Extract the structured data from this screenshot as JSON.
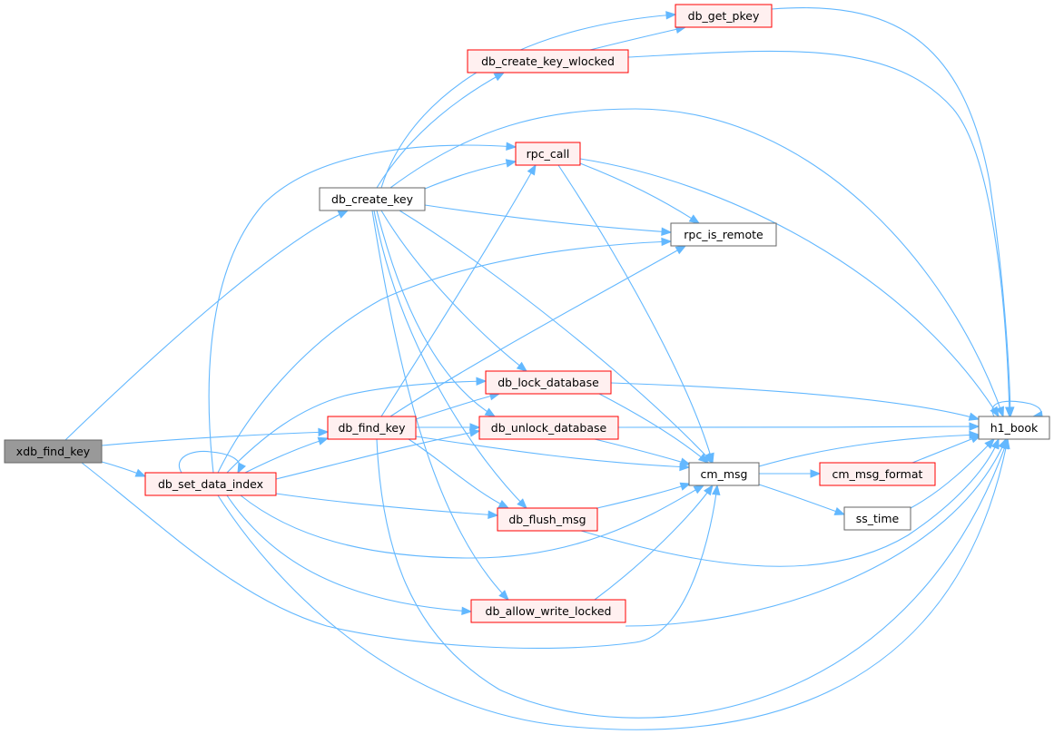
{
  "graph": {
    "colors": {
      "edge": "#63b8ff",
      "root_fill": "#999999",
      "root_stroke": "#666666",
      "red_stroke": "#ff0000",
      "red_fill": "#fff0f0",
      "plain_stroke": "#666666",
      "plain_fill": "#ffffff"
    },
    "nodes": [
      {
        "id": "xdb_find_key",
        "label": "xdb_find_key",
        "style": "root"
      },
      {
        "id": "db_set_data_index",
        "label": "db_set_data_index",
        "style": "red"
      },
      {
        "id": "db_create_key",
        "label": "db_create_key",
        "style": "plain"
      },
      {
        "id": "db_find_key",
        "label": "db_find_key",
        "style": "red"
      },
      {
        "id": "db_get_pkey",
        "label": "db_get_pkey",
        "style": "red"
      },
      {
        "id": "db_create_key_wlocked",
        "label": "db_create_key_wlocked",
        "style": "red"
      },
      {
        "id": "rpc_call",
        "label": "rpc_call",
        "style": "red"
      },
      {
        "id": "rpc_is_remote",
        "label": "rpc_is_remote",
        "style": "plain"
      },
      {
        "id": "db_lock_database",
        "label": "db_lock_database",
        "style": "red"
      },
      {
        "id": "db_unlock_database",
        "label": "db_unlock_database",
        "style": "red"
      },
      {
        "id": "db_flush_msg",
        "label": "db_flush_msg",
        "style": "red"
      },
      {
        "id": "db_allow_write_locked",
        "label": "db_allow_write_locked",
        "style": "red"
      },
      {
        "id": "cm_msg",
        "label": "cm_msg",
        "style": "plain"
      },
      {
        "id": "cm_msg_format",
        "label": "cm_msg_format",
        "style": "red"
      },
      {
        "id": "ss_time",
        "label": "ss_time",
        "style": "plain"
      },
      {
        "id": "h1_book",
        "label": "h1_book",
        "style": "plain"
      }
    ],
    "edges": [
      {
        "from": "xdb_find_key",
        "to": "db_create_key"
      },
      {
        "from": "xdb_find_key",
        "to": "db_find_key"
      },
      {
        "from": "xdb_find_key",
        "to": "db_set_data_index"
      },
      {
        "from": "xdb_find_key",
        "to": "cm_msg"
      },
      {
        "from": "db_set_data_index",
        "to": "db_set_data_index"
      },
      {
        "from": "db_set_data_index",
        "to": "rpc_call"
      },
      {
        "from": "db_set_data_index",
        "to": "rpc_is_remote"
      },
      {
        "from": "db_set_data_index",
        "to": "db_lock_database"
      },
      {
        "from": "db_set_data_index",
        "to": "db_find_key"
      },
      {
        "from": "db_set_data_index",
        "to": "db_unlock_database"
      },
      {
        "from": "db_set_data_index",
        "to": "db_flush_msg"
      },
      {
        "from": "db_set_data_index",
        "to": "cm_msg"
      },
      {
        "from": "db_set_data_index",
        "to": "db_allow_write_locked"
      },
      {
        "from": "db_set_data_index",
        "to": "h1_book"
      },
      {
        "from": "db_create_key",
        "to": "db_get_pkey"
      },
      {
        "from": "db_create_key",
        "to": "db_create_key_wlocked"
      },
      {
        "from": "db_create_key",
        "to": "rpc_call"
      },
      {
        "from": "db_create_key",
        "to": "rpc_is_remote"
      },
      {
        "from": "db_create_key",
        "to": "h1_book"
      },
      {
        "from": "db_create_key",
        "to": "db_lock_database"
      },
      {
        "from": "db_create_key",
        "to": "db_unlock_database"
      },
      {
        "from": "db_create_key",
        "to": "db_flush_msg"
      },
      {
        "from": "db_create_key",
        "to": "cm_msg"
      },
      {
        "from": "db_create_key",
        "to": "db_allow_write_locked"
      },
      {
        "from": "db_create_key_wlocked",
        "to": "db_get_pkey"
      },
      {
        "from": "db_create_key_wlocked",
        "to": "h1_book"
      },
      {
        "from": "db_get_pkey",
        "to": "h1_book"
      },
      {
        "from": "rpc_call",
        "to": "rpc_is_remote"
      },
      {
        "from": "rpc_call",
        "to": "cm_msg"
      },
      {
        "from": "rpc_call",
        "to": "h1_book"
      },
      {
        "from": "db_find_key",
        "to": "rpc_call"
      },
      {
        "from": "db_find_key",
        "to": "rpc_is_remote"
      },
      {
        "from": "db_find_key",
        "to": "db_lock_database"
      },
      {
        "from": "db_find_key",
        "to": "db_unlock_database"
      },
      {
        "from": "db_find_key",
        "to": "db_flush_msg"
      },
      {
        "from": "db_find_key",
        "to": "cm_msg"
      },
      {
        "from": "db_find_key",
        "to": "h1_book"
      },
      {
        "from": "db_lock_database",
        "to": "cm_msg"
      },
      {
        "from": "db_lock_database",
        "to": "h1_book"
      },
      {
        "from": "db_unlock_database",
        "to": "cm_msg"
      },
      {
        "from": "db_unlock_database",
        "to": "h1_book"
      },
      {
        "from": "db_flush_msg",
        "to": "cm_msg"
      },
      {
        "from": "db_flush_msg",
        "to": "h1_book"
      },
      {
        "from": "db_allow_write_locked",
        "to": "cm_msg"
      },
      {
        "from": "db_allow_write_locked",
        "to": "h1_book"
      },
      {
        "from": "cm_msg",
        "to": "cm_msg_format"
      },
      {
        "from": "cm_msg",
        "to": "ss_time"
      },
      {
        "from": "cm_msg",
        "to": "h1_book"
      },
      {
        "from": "cm_msg_format",
        "to": "h1_book"
      },
      {
        "from": "ss_time",
        "to": "h1_book"
      },
      {
        "from": "h1_book",
        "to": "h1_book"
      }
    ]
  }
}
